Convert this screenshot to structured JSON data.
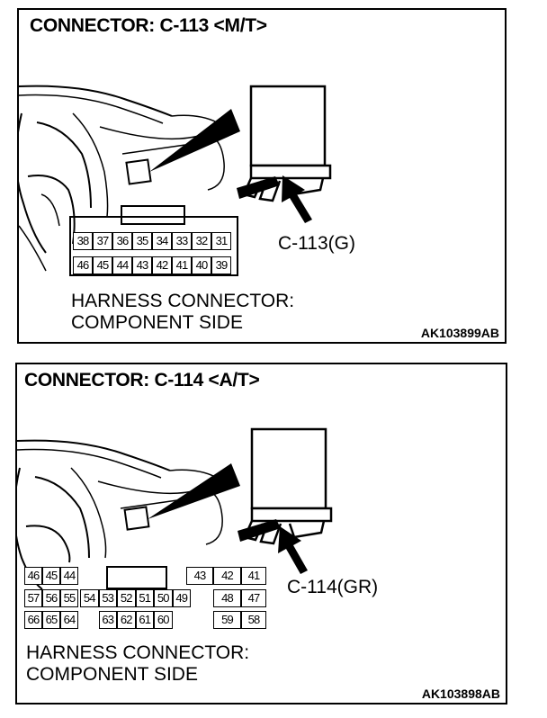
{
  "panels": [
    {
      "title": "CONNECTOR: C-113 <M/T>",
      "connector_label": "C-113(G)",
      "harness_line1": "HARNESS CONNECTOR:",
      "harness_line2": "COMPONENT SIDE",
      "code": "AK103899AB",
      "pins": {
        "row1": [
          "38",
          "37",
          "36",
          "35",
          "34",
          "33",
          "32",
          "31"
        ],
        "row2": [
          "46",
          "45",
          "44",
          "43",
          "42",
          "41",
          "40",
          "39"
        ]
      }
    },
    {
      "title": "CONNECTOR: C-114 <A/T>",
      "connector_label": "C-114(GR)",
      "harness_line1": "HARNESS CONNECTOR:",
      "harness_line2": "COMPONENT SIDE",
      "code": "AK103898AB",
      "pins": {
        "left": [
          [
            "46",
            "45",
            "44"
          ],
          [
            "57",
            "56",
            "55"
          ],
          [
            "66",
            "65",
            "64"
          ]
        ],
        "mid": [
          [
            "54",
            "53",
            "52",
            "51",
            "50",
            "49"
          ],
          [
            "",
            "63",
            "62",
            "61",
            "60",
            ""
          ]
        ],
        "right": [
          [
            "43",
            "42",
            "41"
          ],
          [
            "",
            "48",
            "47"
          ],
          [
            "",
            "59",
            "58"
          ]
        ]
      }
    }
  ]
}
